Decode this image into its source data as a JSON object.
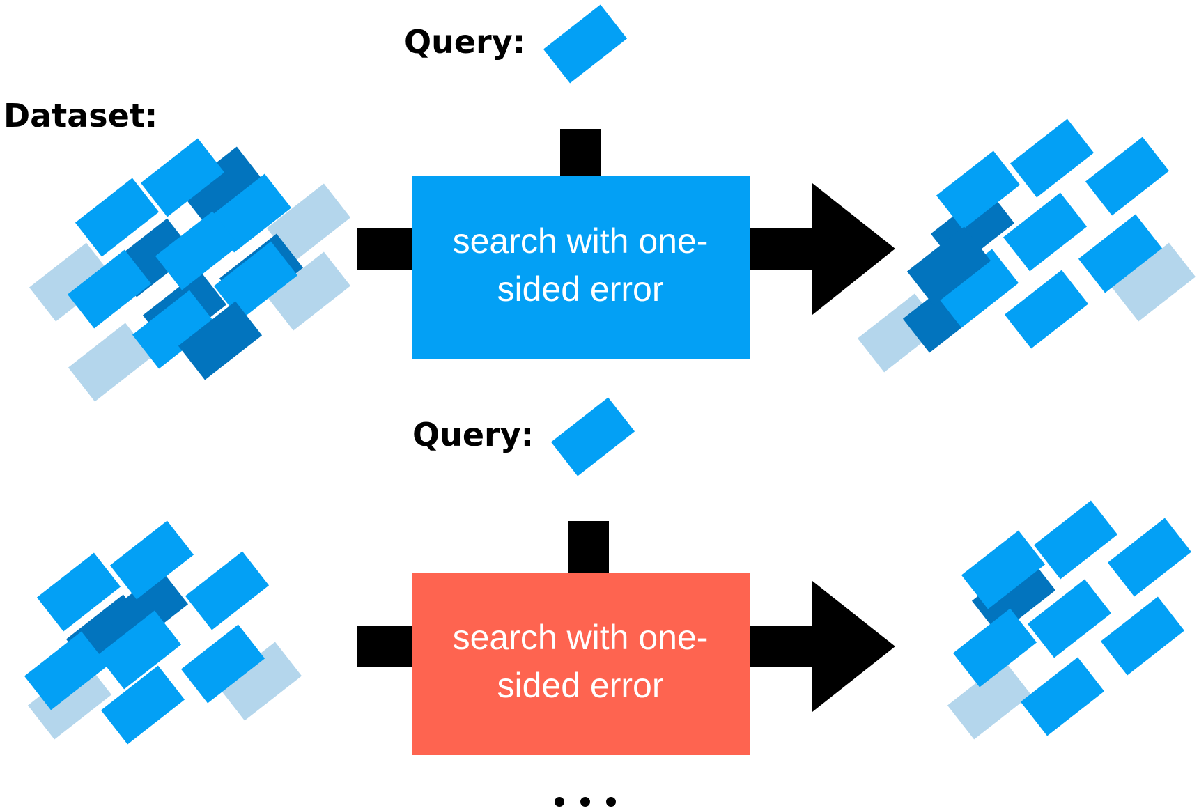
{
  "labels": {
    "dataset": "Dataset:",
    "query_top": "Query:",
    "query_bottom": "Query:",
    "ellipsis": "..."
  },
  "boxes": {
    "top": {
      "line1": "search with one-",
      "line2": "sided error",
      "color": "#03a0f5"
    },
    "bottom": {
      "line1": "search with one-",
      "line2": "sided error",
      "color": "#fe6450"
    }
  },
  "colors": {
    "tile": "#03a0f5",
    "tile_dark": "#0274be",
    "tile_faded": "#b4d6ec",
    "arrow": "#000000"
  }
}
